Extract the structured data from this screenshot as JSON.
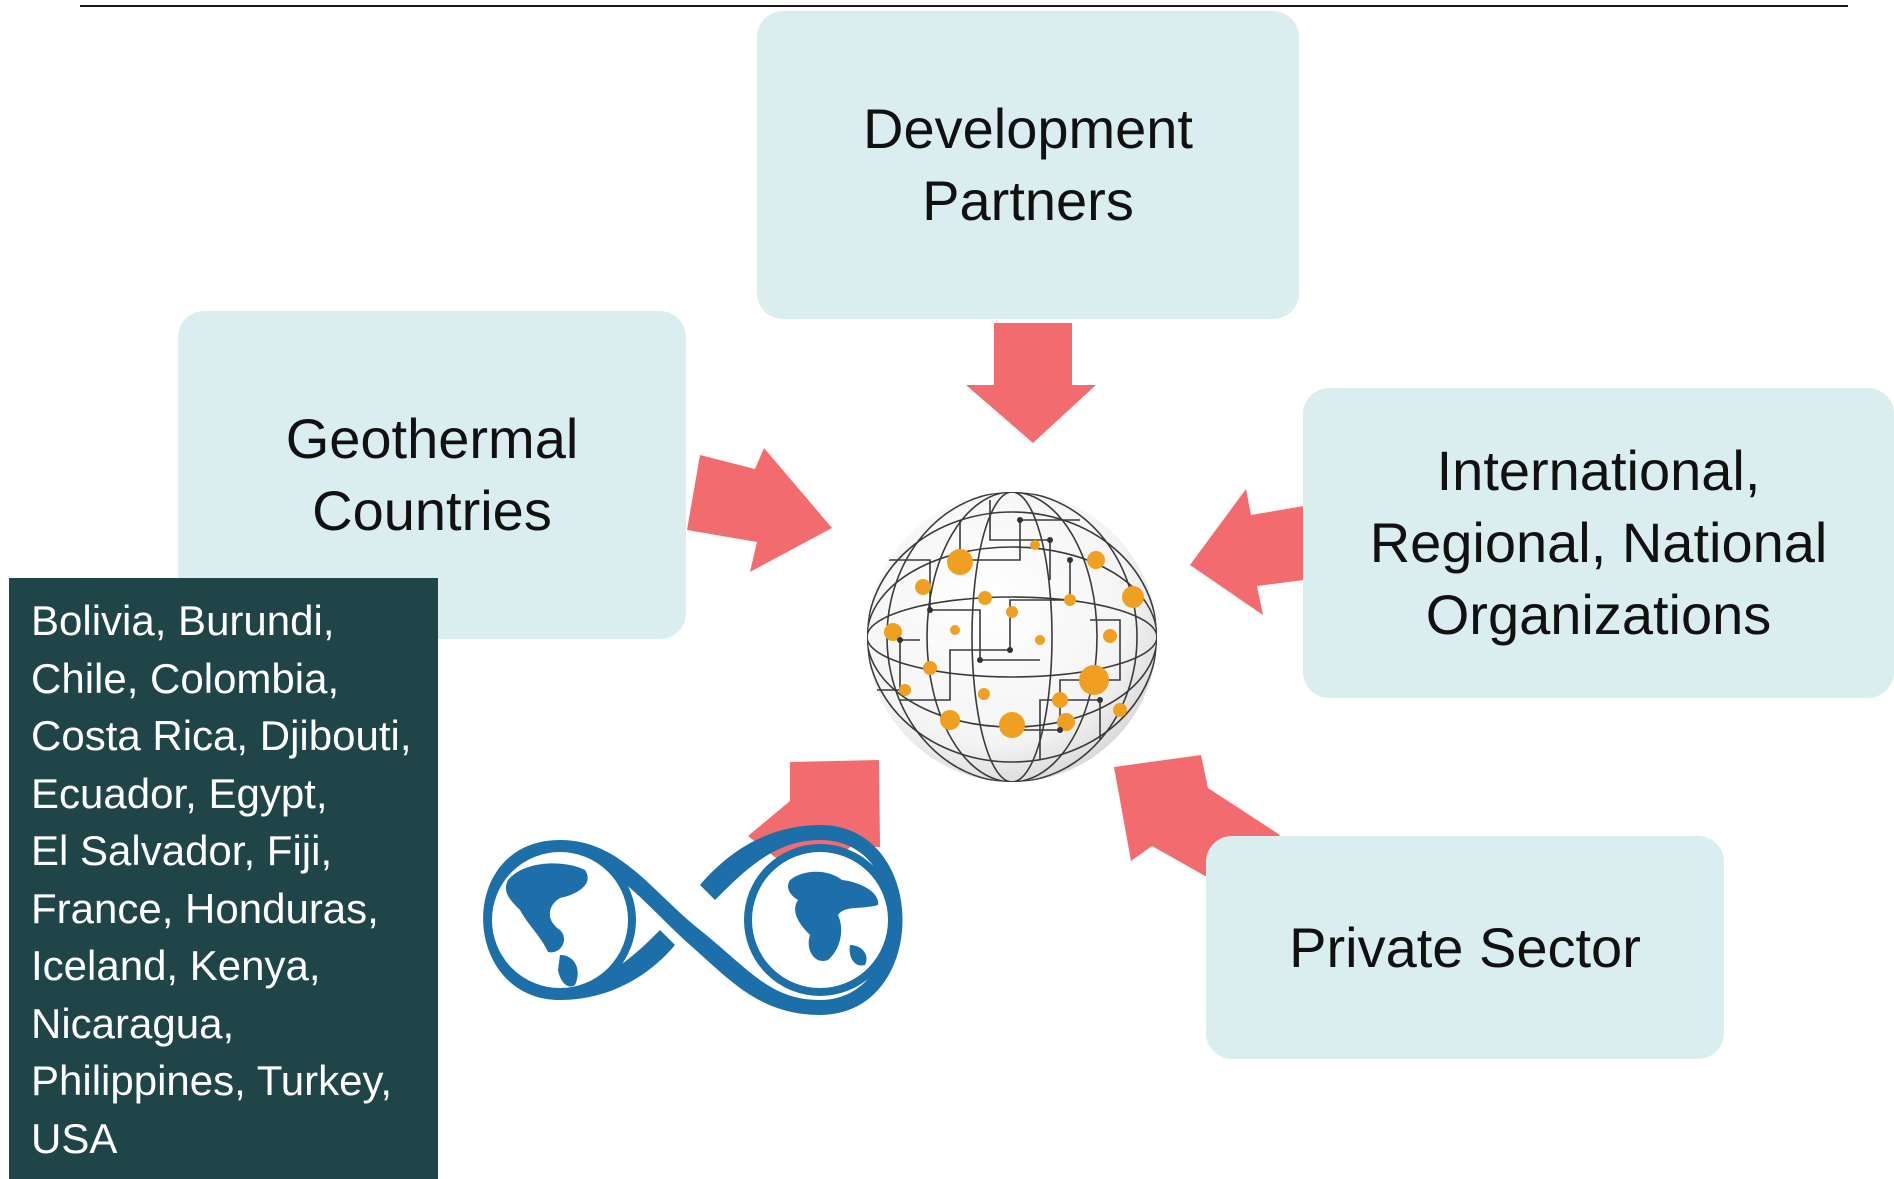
{
  "stakeholders": {
    "development_partners": "Development\nPartners",
    "geothermal_countries": "Geothermal\nCountries",
    "international_organizations": "International,\nRegional, National\nOrganizations",
    "private_sector": "Private Sector"
  },
  "country_list": "Bolivia, Burundi,\nChile, Colombia,\nCosta Rica, Djibouti,\nEcuador, Egypt,\nEl Salvador, Fiji,\nFrance, Honduras,\nIceland, Kenya,\nNicaragua,\nPhilippines, Turkey,\nUSA",
  "icons": {
    "center": "network-globe-icon",
    "logo": "infinity-globe-logo"
  },
  "colors": {
    "box_fill": "#daeef0",
    "arrow": "#f26b6e",
    "panel": "#1f4548",
    "globe_nodes": "#f0a020",
    "logo_blue": "#1c6fa8"
  }
}
